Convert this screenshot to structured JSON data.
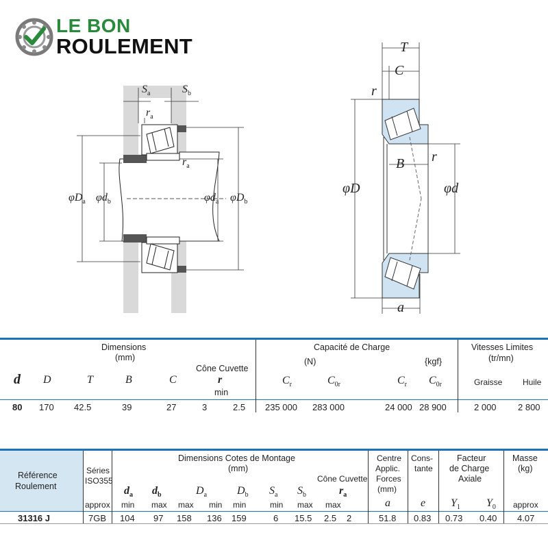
{
  "logo": {
    "line1": "LE BON",
    "line2": "ROULEMENT"
  },
  "diagram_labels": {
    "Sa": "S",
    "Sa_sub": "a",
    "Sb": "S",
    "Sb_sub": "b",
    "ra_top": "r",
    "ra_top_sub": "a",
    "ra_mid": "r",
    "ra_mid_sub": "a",
    "Da": "φD",
    "Da_sub": "a",
    "db": "φd",
    "db_sub": "b",
    "da": "φd",
    "da_sub": "a",
    "Db": "φD",
    "Db_sub": "b",
    "T": "T",
    "C": "C",
    "r_top": "r",
    "r_right": "r",
    "B": "B",
    "D": "φD",
    "d": "φd",
    "a": "a"
  },
  "table1": {
    "dimensions_title": "Dimensions",
    "dimensions_unit": "(mm)",
    "cone_cuvette": "Cône Cuvette",
    "r_sym": "r",
    "min": "min",
    "cols": {
      "d": "d",
      "D": "D",
      "T": "T",
      "B": "B",
      "C": "C"
    },
    "capacity_title": "Capacité de Charge",
    "capacity_unit_N": "(N)",
    "capacity_unit_kgf": "{kgf}",
    "Cr": "C",
    "Cr_sub": "r",
    "C0r": "C",
    "C0r_sub": "0r",
    "speed_title": "Vitesses Limites",
    "speed_unit": "(tr/mn)",
    "grease": "Graisse",
    "oil": "Huile",
    "row": {
      "d": "80",
      "D": "170",
      "T": "42.5",
      "B": "39",
      "C": "27",
      "r_cone": "3",
      "r_cup": "2.5",
      "Cr_N": "235 000",
      "C0r_N": "283 000",
      "Cr_kgf": "24 000",
      "C0r_kgf": "28 900",
      "grease": "2 000",
      "oil": "2 800"
    }
  },
  "table2": {
    "ref_title": "Référence",
    "ref_title2": "Roulement",
    "series_title": "Séries",
    "series_title2": "ISO355",
    "approx": "approx",
    "mount_title": "Dimensions Cotes de Montage",
    "mount_unit": "(mm)",
    "cone_cuvette": "Cône Cuvette",
    "cols": [
      "d",
      "d",
      "D",
      "D",
      "S",
      "S",
      "r"
    ],
    "cols_sub": [
      "a",
      "b",
      "a",
      "b",
      "a",
      "b",
      "a"
    ],
    "minmax": [
      "min",
      "max",
      "max",
      "min",
      "min",
      "min",
      "max",
      "max"
    ],
    "center_title": "Centre",
    "center_title2": "Applic.",
    "center_title3": "Forces",
    "center_unit": "(mm)",
    "center_sym": "a",
    "const_title": "Cons-",
    "const_title2": "tante",
    "const_sym": "e",
    "factor_title": "Facteur",
    "factor_title2": "de Charge",
    "factor_title3": "Axiale",
    "Y1": "Y",
    "Y1_sub": "1",
    "Y0": "Y",
    "Y0_sub": "0",
    "mass_title": "Masse",
    "mass_unit": "(kg)",
    "mass_approx": "approx",
    "row": {
      "ref": "31316 J",
      "series": "7GB",
      "da_min": "104",
      "db_max": "97",
      "Da_max": "158",
      "Da_min": "136",
      "Db_min": "159",
      "Sa_min": "6",
      "Sb_min": "15.5",
      "ra_cone": "2.5",
      "ra_cup": "2",
      "a": "51.8",
      "e": "0.83",
      "Y1": "0.73",
      "Y0": "0.40",
      "mass": "4.07"
    }
  },
  "colors": {
    "accent": "#1b74b8",
    "logo_green": "#2a8a3c",
    "cell_blue": "#d5e6f3"
  }
}
